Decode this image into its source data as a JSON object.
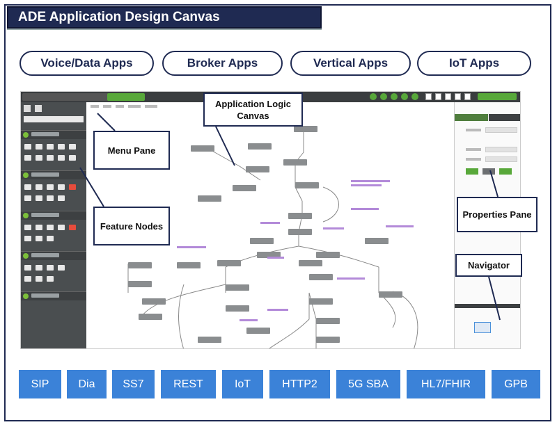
{
  "title": "ADE Application Design Canvas",
  "app_categories": [
    "Voice/Data Apps",
    "Broker Apps",
    "Vertical Apps",
    "IoT Apps"
  ],
  "callouts": {
    "application_logic_canvas": "Application Logic Canvas",
    "menu_pane": "Menu Pane",
    "feature_nodes": "Feature Nodes",
    "properties_pane": "Properties Pane",
    "navigator": "Navigator"
  },
  "protocols": [
    "SIP",
    "Dia",
    "SS7",
    "REST",
    "IoT",
    "HTTP2",
    "5G SBA",
    "HL7/FHIR",
    "GPB"
  ],
  "colors": {
    "navy": "#1f2a52",
    "protocol_blue": "#3b82d8",
    "app_green": "#58a83a"
  }
}
